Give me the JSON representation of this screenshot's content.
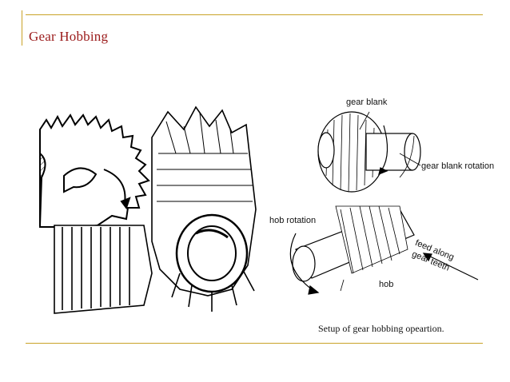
{
  "slide": {
    "title": "Gear Hobbing"
  },
  "figure_right": {
    "labels": {
      "gear_blank": "gear blank",
      "gear_blank_rotation": "gear blank rotation",
      "hob_rotation": "hob rotation",
      "feed_along_1": "feed along",
      "feed_along_2": "gear teeth",
      "hob": "hob"
    },
    "caption": "Setup of gear hobbing opeartion."
  },
  "colors": {
    "title": "#9b1b1b",
    "rule": "#c9a227"
  }
}
